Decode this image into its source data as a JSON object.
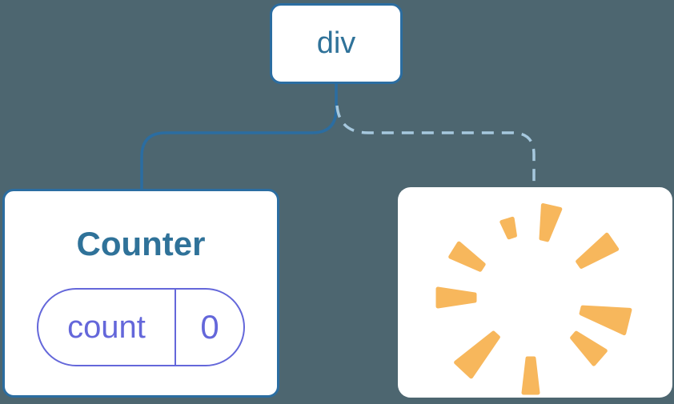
{
  "diagram": {
    "root": {
      "label": "div"
    },
    "children": [
      {
        "type": "component-card",
        "title": "Counter",
        "state_key": "count",
        "state_value": "0",
        "link_style": "solid"
      },
      {
        "type": "removed-card",
        "icon": "poof-icon",
        "link_style": "dashed"
      }
    ]
  },
  "colors": {
    "background": "#4d6670",
    "card_bg": "#ffffff",
    "node_border": "#2b6da1",
    "node_text": "#2f7299",
    "dashed_line": "#a6c8de",
    "pill_accent": "#6467da",
    "poof_orange": "#f7b75c"
  }
}
